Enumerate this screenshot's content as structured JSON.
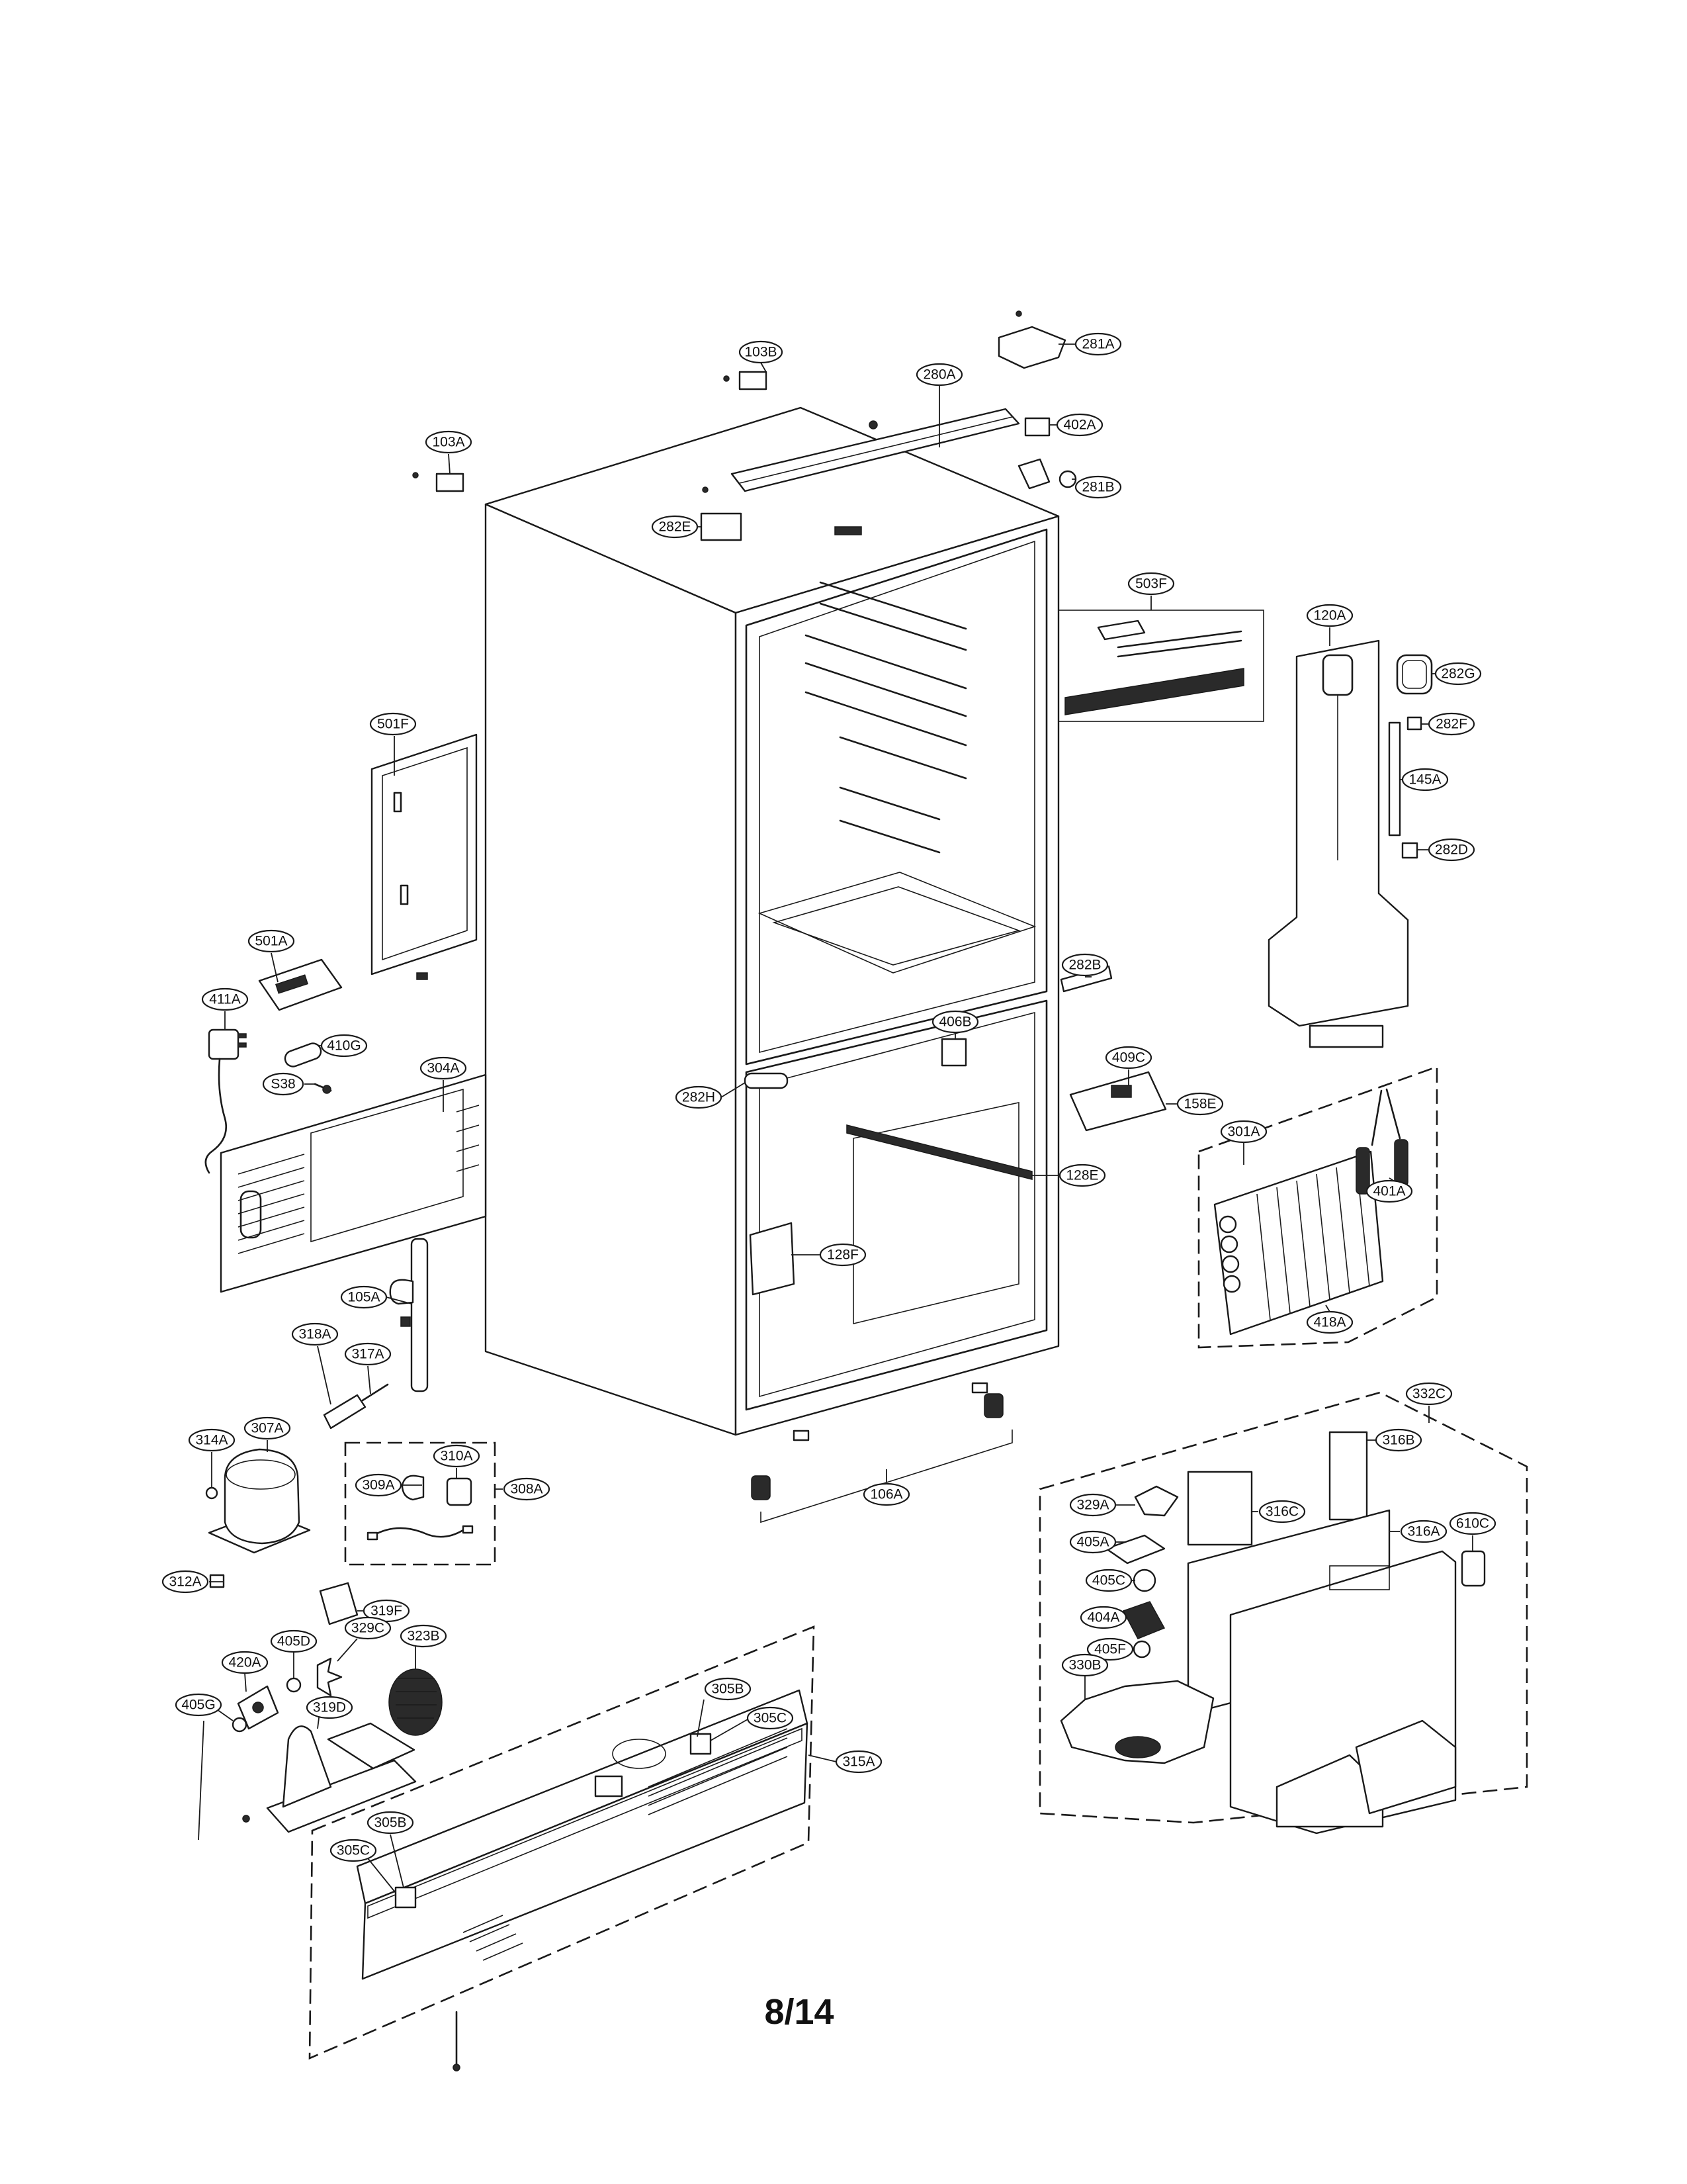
{
  "page_number": "8/14",
  "callouts": {
    "c103B": "103B",
    "c281A": "281A",
    "c280A": "280A",
    "c402A": "402A",
    "c103A": "103A",
    "c281B": "281B",
    "c282E": "282E",
    "c503F": "503F",
    "c120A": "120A",
    "c282G": "282G",
    "c282F": "282F",
    "c145A": "145A",
    "c282D": "282D",
    "c501F": "501F",
    "c501A": "501A",
    "c411A": "411A",
    "c410G": "410G",
    "c304A": "304A",
    "cS38": "S38",
    "c282B": "282B",
    "c406B": "406B",
    "c409C": "409C",
    "c158E": "158E",
    "c282H": "282H",
    "c301A": "301A",
    "c128E": "128E",
    "c401A": "401A",
    "c128F": "128F",
    "c105A": "105A",
    "c418A": "418A",
    "c318A": "318A",
    "c317A": "317A",
    "c332C": "332C",
    "c314A": "314A",
    "c307A": "307A",
    "c310A": "310A",
    "c316B": "316B",
    "c309A": "309A",
    "c308A": "308A",
    "c106A": "106A",
    "c329A": "329A",
    "c316C": "316C",
    "c316A": "316A",
    "c610C": "610C",
    "c405A": "405A",
    "c312A": "312A",
    "c405C": "405C",
    "c319F": "319F",
    "c404A": "404A",
    "c405D": "405D",
    "c329C": "329C",
    "c323B": "323B",
    "c405F": "405F",
    "c420A": "420A",
    "c330B": "330B",
    "c305B": "305B",
    "c405G": "405G",
    "c319D": "319D",
    "c305C": "305C",
    "c315A": "315A",
    "c305B2": "305B",
    "c305C2": "305C"
  }
}
